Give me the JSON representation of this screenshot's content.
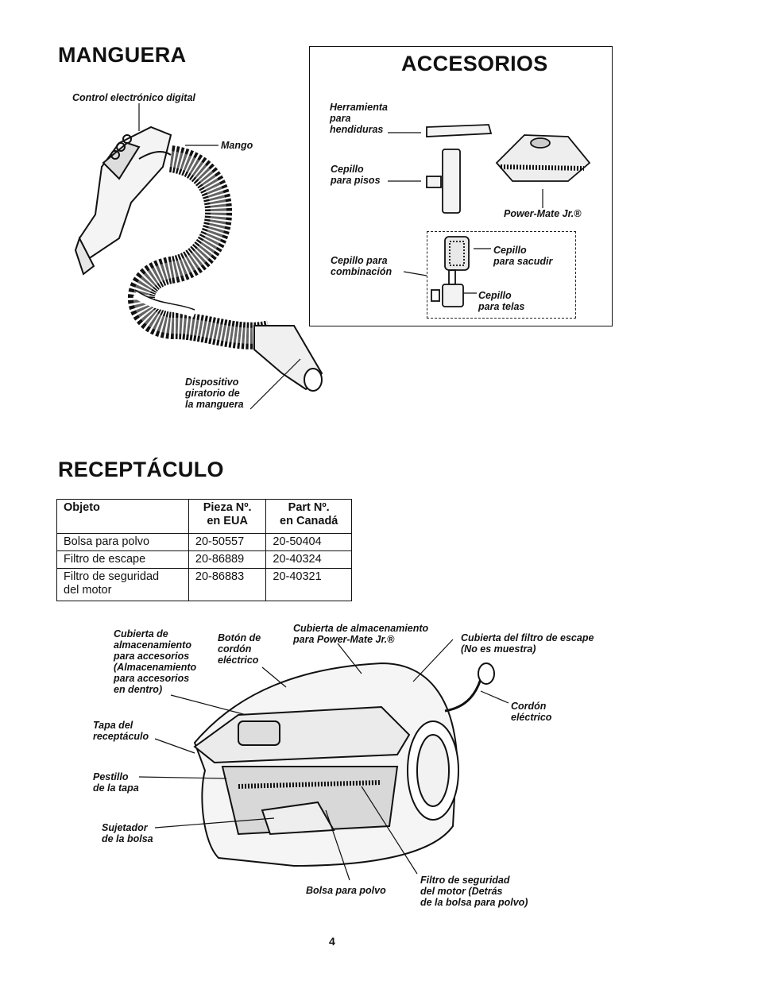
{
  "manguera": {
    "title": "MANGUERA",
    "label_control": "Control electrónico digital",
    "label_mango": "Mango",
    "label_dispositivo": "Dispositivo\ngiratorio de\nla manguera"
  },
  "accesorios": {
    "title": "ACCESORIOS",
    "label_herramienta": "Herramienta\npara\nhendiduras",
    "label_cepillo_pisos": "Cepillo\npara pisos",
    "label_powermate": "Power-Mate Jr.®",
    "label_combinacion": "Cepillo para\ncombinación",
    "label_sacudir": "Cepillo\npara sacudir",
    "label_telas": "Cepillo\npara telas"
  },
  "receptaculo": {
    "title": "RECEPTÁCULO",
    "headers": [
      "Objeto",
      "Pieza Nº.\nen EUA",
      "Part Nº.\nen Canadá"
    ],
    "rows": [
      [
        "Bolsa para polvo",
        "20-50557",
        "20-50404"
      ],
      [
        "Filtro de escape",
        "20-86889",
        "20-40324"
      ],
      [
        "Filtro de seguridad\ndel motor",
        "20-86883",
        "20-40321"
      ]
    ]
  },
  "diagram": {
    "label_cubierta_acc": "Cubierta de\nalmacenamiento\npara accesorios\n(Almacenamiento\npara accesorios\nen dentro)",
    "label_boton": "Botón de\ncordón\neléctrico",
    "label_cubierta_pm": "Cubierta de almacenamiento\npara Power-Mate Jr.®",
    "label_cubierta_filtro": "Cubierta del filtro de escape\n(No es muestra)",
    "label_cordon": "Cordón\neléctrico",
    "label_tapa": "Tapa del\nreceptáculo",
    "label_pestillo": "Pestillo\nde la tapa",
    "label_sujetador": "Sujetador\nde la bolsa",
    "label_bolsa": "Bolsa para polvo",
    "label_filtro_seg": "Filtro de seguridad\ndel motor (Detrás\nde la bolsa para polvo)"
  },
  "page_number": "4"
}
